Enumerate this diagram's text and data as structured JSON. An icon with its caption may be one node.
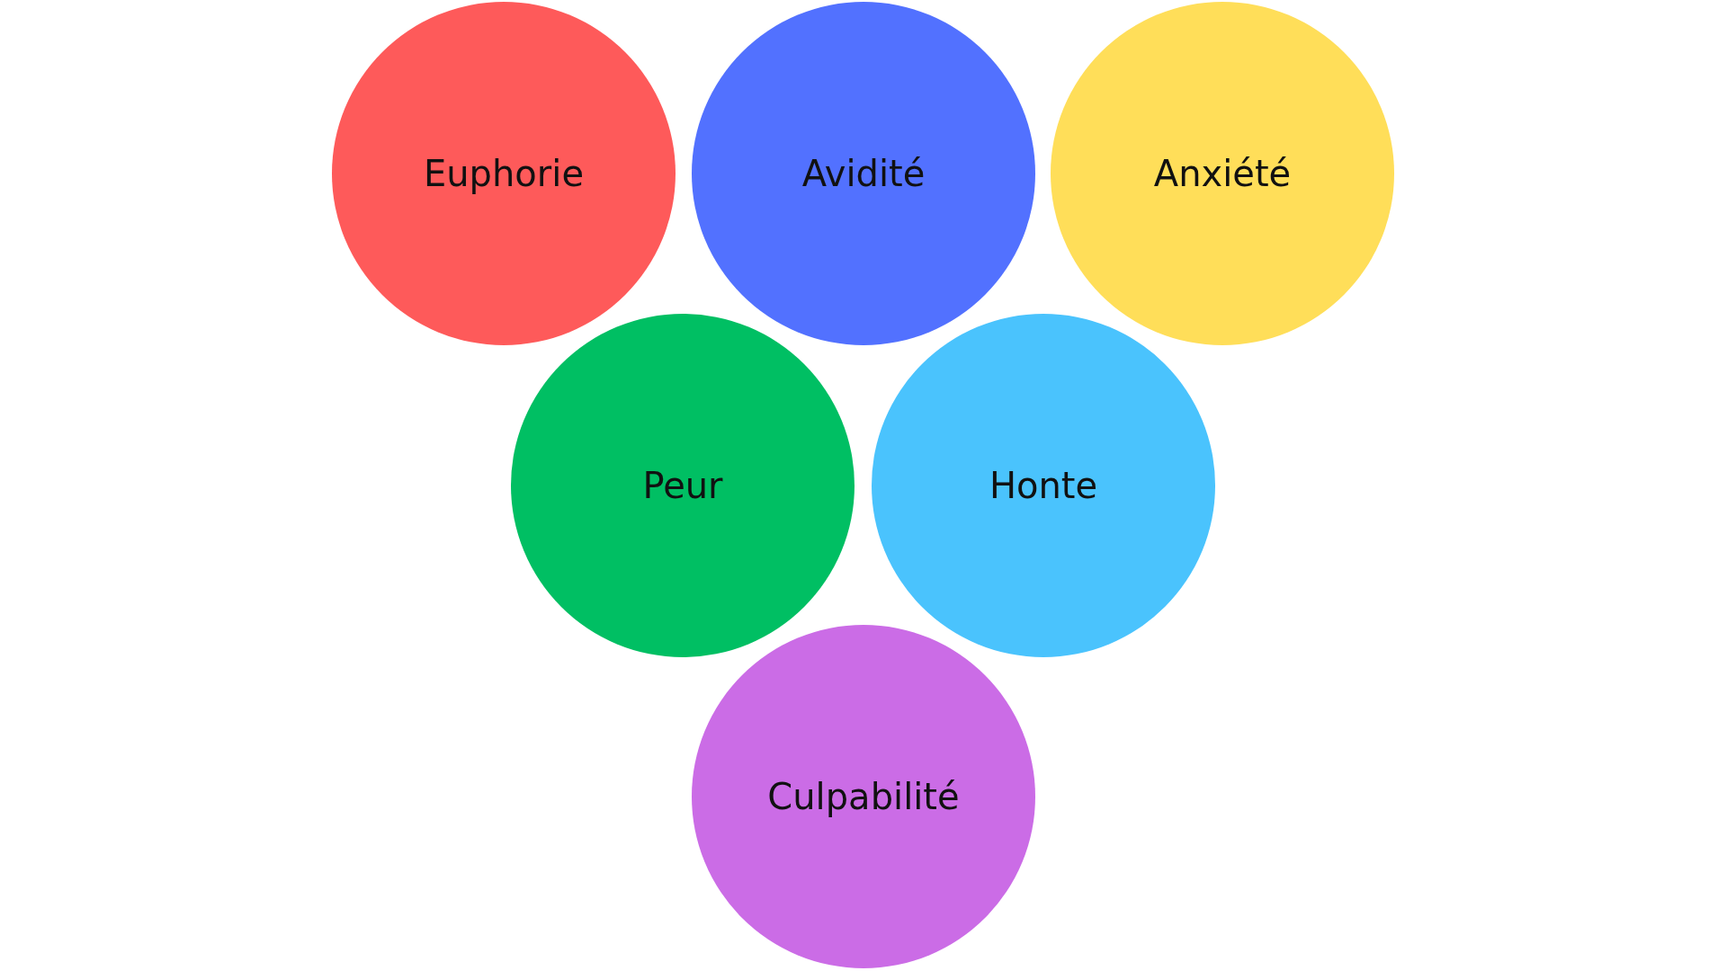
{
  "diagram": {
    "nodes": [
      {
        "text": [
          "Euphorie"
        ]
      },
      {
        "text": [
          "Avidité"
        ]
      },
      {
        "text": [
          "Anxiété"
        ]
      },
      {
        "text": [
          "Peur"
        ]
      },
      {
        "text": [
          "Honte"
        ]
      },
      {
        "text": [
          "Culpabilité"
        ]
      }
    ]
  }
}
